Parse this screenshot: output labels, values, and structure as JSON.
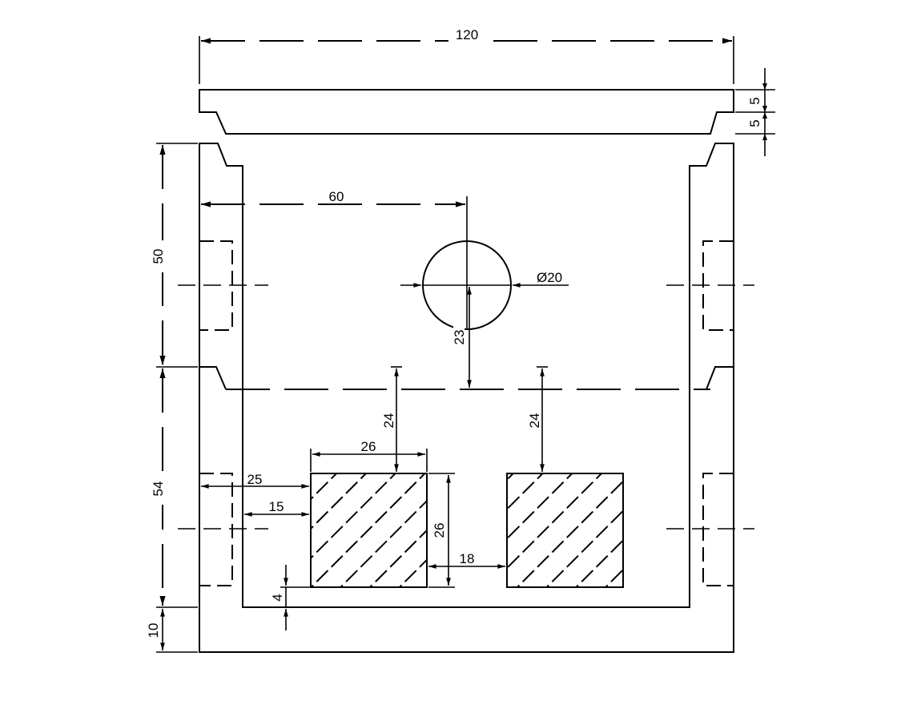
{
  "drawing": {
    "line_color": "#000000",
    "background": "#ffffff",
    "dimensions": {
      "overall_width": "120",
      "lid_top_thickness": "5",
      "lid_step": "5",
      "upper_height": "50",
      "lower_height": "54",
      "base_thickness": "10",
      "hole_offset": "60",
      "hole_diameter": "Ø20",
      "hole_height": "23",
      "block1_top_gap": "24",
      "block2_top_gap": "24",
      "block_width": "26",
      "block_height": "26",
      "block_spacing": "18",
      "block_offset_outer": "25",
      "block_offset_inner": "15",
      "block_bottom_gap": "4"
    }
  }
}
